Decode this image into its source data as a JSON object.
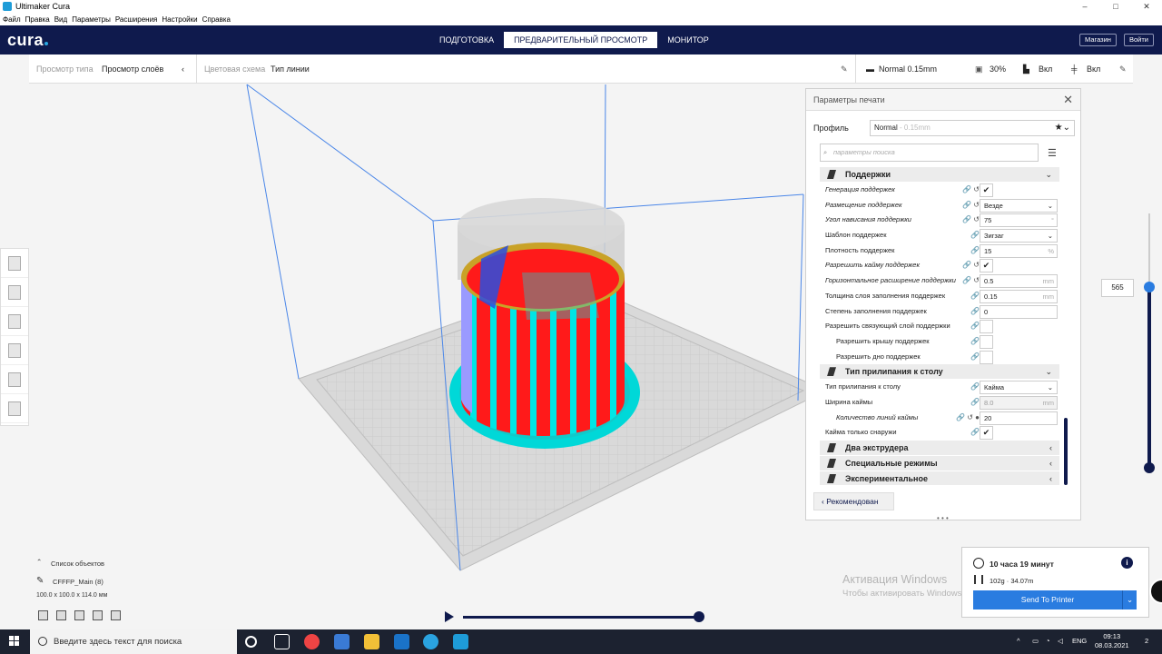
{
  "window": {
    "title": "Ultimaker Cura",
    "controls": [
      "–",
      "□",
      "✕"
    ]
  },
  "menu": [
    "Файл",
    "Правка",
    "Вид",
    "Параметры",
    "Расширения",
    "Настройки",
    "Справка"
  ],
  "header": {
    "logo": "cura",
    "tabs": [
      {
        "label": "ПОДГОТОВКА",
        "active": false
      },
      {
        "label": "ПРЕДВАРИТЕЛЬНЫЙ ПРОСМОТР",
        "active": true
      },
      {
        "label": "МОНИТОР",
        "active": false
      }
    ],
    "marketplace": "Магазин",
    "signin": "Войти"
  },
  "viewbar": {
    "view_type_label": "Просмотр типа",
    "view_type_value": "Просмотр слоёв",
    "color_scheme_label": "Цветовая схема",
    "color_scheme_value": "Тип линии",
    "profile": "Normal 0.15mm",
    "infill": "30%",
    "support": "Вкл",
    "adhesion": "Вкл"
  },
  "panel": {
    "title": "Параметры печати",
    "profile_label": "Профиль",
    "profile_value": "Normal",
    "profile_sub": "- 0.15mm",
    "search_placeholder": "параметры поиска",
    "categories": {
      "support": "Поддержки",
      "adhesion": "Тип прилипания к столу",
      "dual": "Два экструдера",
      "special": "Специальные режимы",
      "experimental": "Экспериментальное"
    },
    "support_settings": [
      {
        "label": "Генерация поддержек",
        "italic": true,
        "type": "check",
        "value": "✔",
        "icons": "🔗 ↺"
      },
      {
        "label": "Размещение поддержек",
        "italic": true,
        "type": "select",
        "value": "Везде",
        "icons": "🔗 ↺"
      },
      {
        "label": "Угол нависания поддержки",
        "italic": true,
        "type": "num",
        "value": "75",
        "unit": "°",
        "icons": "🔗 ↺"
      },
      {
        "label": "Шаблон поддержек",
        "italic": false,
        "type": "select",
        "value": "Зигзаг",
        "icons": "🔗"
      },
      {
        "label": "Плотность поддержек",
        "italic": false,
        "type": "num",
        "value": "15",
        "unit": "%",
        "icons": "🔗"
      },
      {
        "label": "Разрешить кайму поддержек",
        "italic": true,
        "type": "check",
        "value": "✔",
        "icons": "🔗 ↺"
      },
      {
        "label": "Горизонтальное расширение поддержки",
        "italic": true,
        "type": "num",
        "value": "0.5",
        "unit": "mm",
        "icons": "🔗 ↺"
      },
      {
        "label": "Толщина слоя заполнения поддержек",
        "italic": false,
        "type": "num",
        "value": "0.15",
        "unit": "mm",
        "icons": "🔗"
      },
      {
        "label": "Степень заполнения поддержек",
        "italic": false,
        "type": "num",
        "value": "0",
        "unit": "",
        "icons": "🔗"
      },
      {
        "label": "Разрешить связующий слой поддержки",
        "italic": false,
        "type": "check",
        "value": "",
        "icons": "🔗"
      },
      {
        "label": "Разрешить крышу поддержек",
        "italic": false,
        "indent": true,
        "type": "check",
        "value": "",
        "icons": "🔗"
      },
      {
        "label": "Разрешить дно поддержек",
        "italic": false,
        "indent": true,
        "type": "check",
        "value": "",
        "icons": "🔗"
      }
    ],
    "adhesion_settings": [
      {
        "label": "Тип прилипания к столу",
        "italic": false,
        "type": "select",
        "value": "Кайма",
        "icons": "🔗"
      },
      {
        "label": "Ширина каймы",
        "italic": false,
        "type": "num",
        "value": "8.0",
        "unit": "mm",
        "disabled": true,
        "icons": "🔗"
      },
      {
        "label": "Количество линий каймы",
        "italic": true,
        "indent": true,
        "type": "num",
        "value": "20",
        "unit": "",
        "icons": "🔗 ↺ ●"
      },
      {
        "label": "Кайма только снаружи",
        "italic": false,
        "type": "check",
        "value": "✔",
        "icons": "🔗"
      }
    ],
    "recommended_button": "‹  Рекомендован"
  },
  "layer_slider": {
    "value": "565",
    "position": 1.0
  },
  "objects": {
    "header": "Список объектов",
    "name": "CFFFP_Main (8)",
    "size": "100.0 x 100.0 x 114.0 мм"
  },
  "watermark": {
    "line1": "Активация Windows",
    "line2": "Чтобы активировать Windows, перейдите в раздел \"Параметры\"."
  },
  "print_info": {
    "time": "10 часа 19 минут",
    "material": "102g · 34.07m",
    "send_button": "Send To Printer"
  },
  "taskbar": {
    "search_placeholder": "Введите здесь текст для поиска",
    "lang": "ENG",
    "time": "09:13",
    "date": "08.03.2021",
    "notifications": "2"
  },
  "colors": {
    "header": "#0f1a4d",
    "accent": "#2a7ce0",
    "model_red": "#ff1a1a",
    "model_cyan": "#00e5e5"
  }
}
